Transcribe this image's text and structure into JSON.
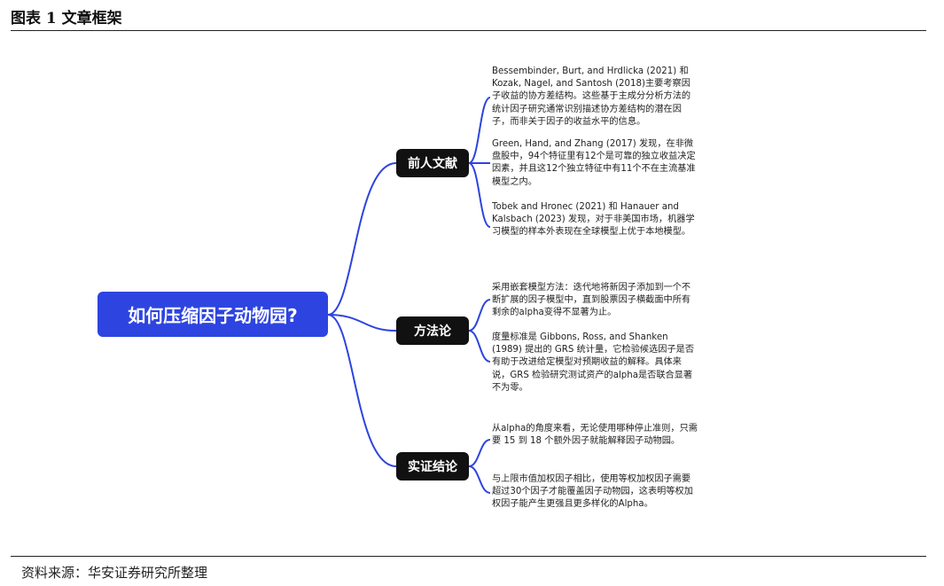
{
  "header": {
    "title": "图表 1  文章框架"
  },
  "footer": {
    "source": "资料来源：华安证券研究所整理"
  },
  "colors": {
    "root": "#2d44e0",
    "branch": "#111111",
    "connector": "#2d44e0"
  },
  "diagram": {
    "root": "如何压缩因子动物园?",
    "branches": [
      {
        "label": "前人文献",
        "leaves": [
          "Bessembinder, Burt, and Hrdlicka (2021) 和 Kozak, Nagel, and Santosh (2018)主要考察因子收益的协方差结构。这些基于主成分分析方法的统计因子研究通常识别描述协方差结构的潜在因子，而非关于因子的收益水平的信息。",
          "Green, Hand, and Zhang (2017) 发现，在非微盘股中，94个特征里有12个是可靠的独立收益决定因素，并且这12个独立特征中有11个不在主流基准模型之内。",
          "Tobek and Hronec (2021) 和 Hanauer and Kalsbach (2023) 发现，对于非美国市场，机器学习模型的样本外表现在全球模型上优于本地模型。"
        ]
      },
      {
        "label": "方法论",
        "leaves": [
          "采用嵌套模型方法：迭代地将新因子添加到一个不断扩展的因子模型中，直到股票因子横截面中所有剩余的alpha变得不显著为止。",
          "度量标准是 Gibbons, Ross, and Shanken (1989) 提出的 GRS 统计量，它检验候选因子是否有助于改进给定模型对预期收益的解释。具体来说，GRS 检验研究测试资产的alpha是否联合显著不为零。"
        ]
      },
      {
        "label": "实证结论",
        "leaves": [
          "从alpha的角度来看，无论使用哪种停止准则，只需要 15 到 18 个额外因子就能解释因子动物园。",
          "与上限市值加权因子相比，使用等权加权因子需要超过30个因子才能覆盖因子动物园，这表明等权加权因子能产生更强且更多样化的Alpha。"
        ]
      }
    ]
  }
}
